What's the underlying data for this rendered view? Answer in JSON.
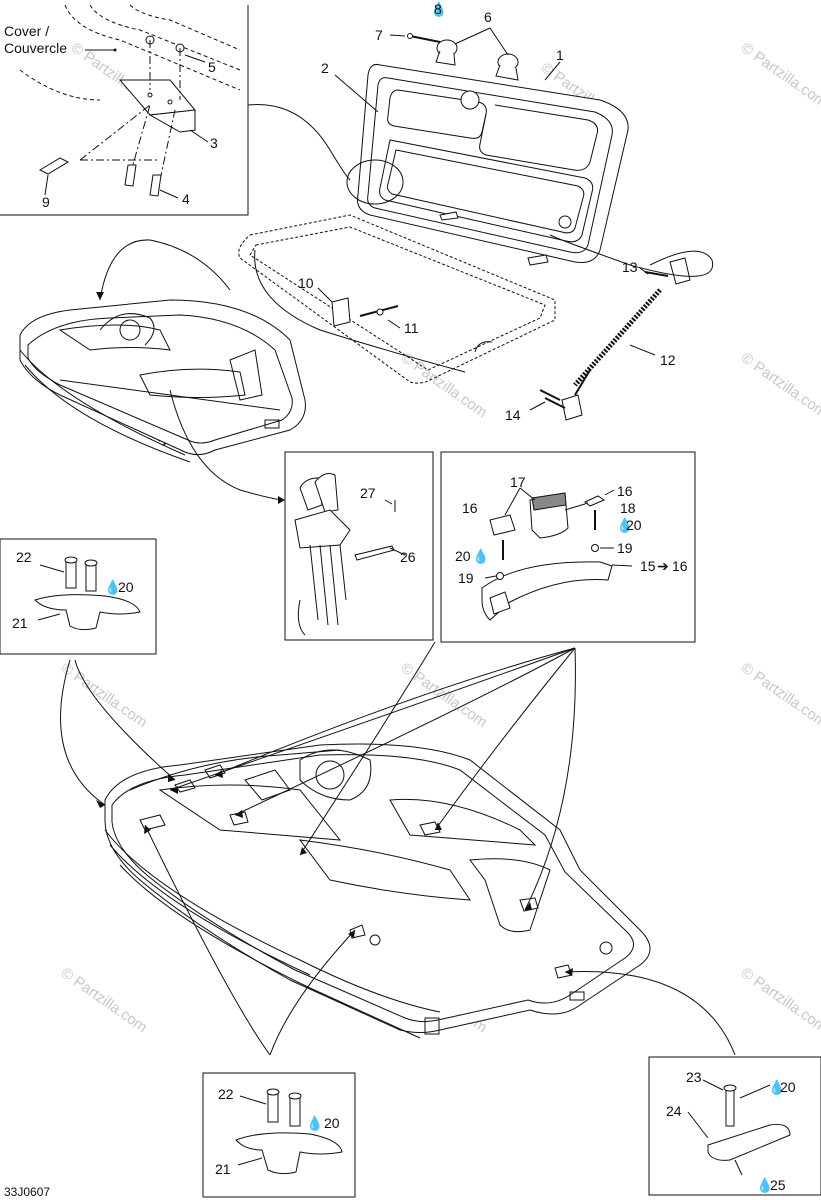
{
  "diagram": {
    "cover_label_en": "Cover /",
    "cover_label_fr": "Couvercle",
    "watermark": "© Partzilla.com",
    "drawing_code": "33J0607",
    "callouts": {
      "c1": "1",
      "c2": "2",
      "c3": "3",
      "c4": "4",
      "c5": "5",
      "c6": "6",
      "c7": "7",
      "c8": "8",
      "c9": "9",
      "c10": "10",
      "c11": "11",
      "c12": "12",
      "c13": "13",
      "c14": "14",
      "c15": "15",
      "c16": "16",
      "c17": "17",
      "c18": "18",
      "c19": "19",
      "c20": "20",
      "c21": "21",
      "c22": "22",
      "c23": "23",
      "c24": "24",
      "c25": "25",
      "c26": "26",
      "c27": "27"
    },
    "arrow_16": "16"
  }
}
